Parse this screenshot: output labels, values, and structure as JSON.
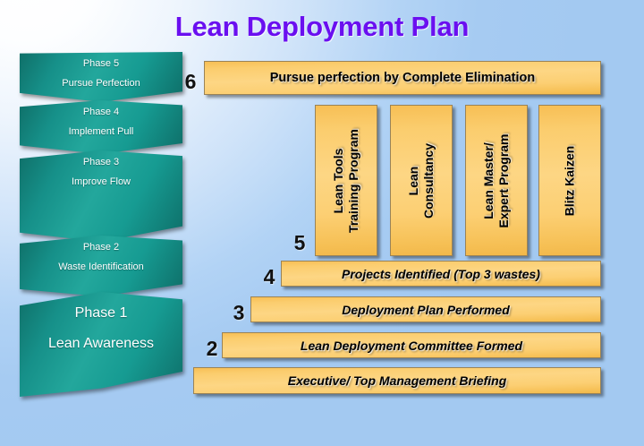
{
  "slide": {
    "title": "Lean Deployment Plan",
    "title_color": "#6a0ff0",
    "background_color": "#a9cff4"
  },
  "pyramid": {
    "accent_color": "#169089",
    "phases": [
      {
        "id": "phase-5",
        "name": "Phase 5",
        "description": "Pursue Perfection"
      },
      {
        "id": "phase-4",
        "name": "Phase 4",
        "description": "Implement Pull"
      },
      {
        "id": "phase-3",
        "name": "Phase 3",
        "description": "Improve Flow"
      },
      {
        "id": "phase-2",
        "name": "Phase 2",
        "description": "Waste Identification"
      },
      {
        "id": "phase-1",
        "name": "Phase 1",
        "description": "Lean Awareness"
      }
    ]
  },
  "steps": {
    "accent_color": "#fdd684",
    "numbers": {
      "six": "6",
      "five": "5",
      "four": "4",
      "three": "3",
      "two": "2"
    },
    "bars": [
      {
        "id": "step-6",
        "number": "6",
        "label": "Pursue perfection by Complete Elimination"
      },
      {
        "id": "step-4",
        "number": "4",
        "label": "Projects Identified (Top 3 wastes)"
      },
      {
        "id": "step-3",
        "number": "3",
        "label": "Deployment Plan Performed"
      },
      {
        "id": "step-2",
        "number": "2",
        "label": "Lean Deployment Committee Formed"
      },
      {
        "id": "step-1",
        "number": "",
        "label": "Executive/ Top Management Briefing"
      }
    ],
    "vertical_boxes": [
      {
        "id": "vbox-lean-tools",
        "line1": "Lean Tools",
        "line2": "Training Program"
      },
      {
        "id": "vbox-lean-consultancy",
        "line1": "Lean",
        "line2": "Consultancy"
      },
      {
        "id": "vbox-lean-master",
        "line1": "Lean Master/",
        "line2": "Expert Program"
      },
      {
        "id": "vbox-blitz-kaizen",
        "line1": "Blitz Kaizen",
        "line2": ""
      }
    ]
  }
}
